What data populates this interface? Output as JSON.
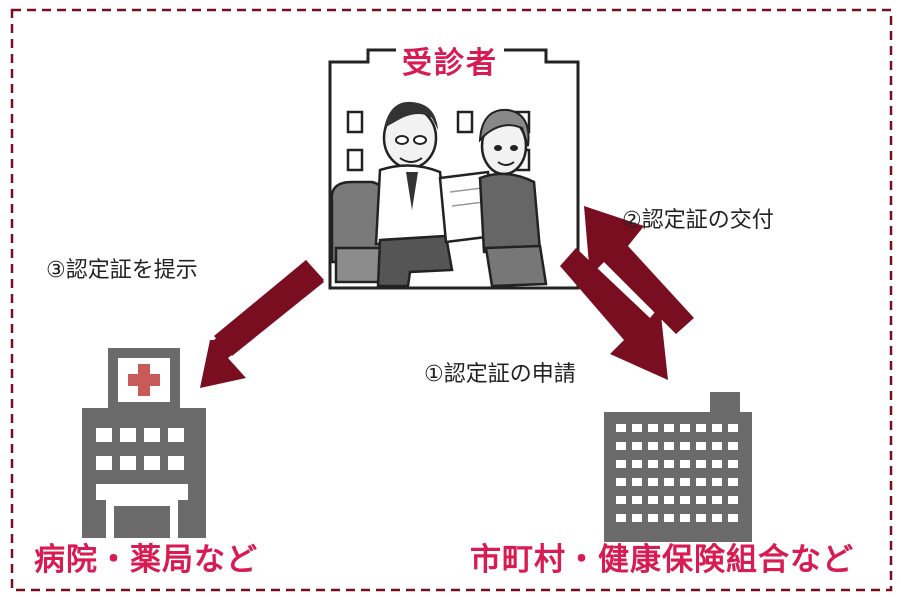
{
  "colors": {
    "accent": "#d81b52",
    "arrow": "#7a0e21",
    "border": "#7a0e21",
    "building": "#666666"
  },
  "diagram": {
    "title": "受診者",
    "steps": {
      "step1": "①認定証の申請",
      "step2": "②認定証の交付",
      "step3": "③認定証を提示"
    },
    "parties": {
      "hospital": "病院・薬局など",
      "municipality": "市町村・健康保険組合など"
    },
    "icons": {
      "people": "patient-consultation-icon",
      "hospital": "hospital-building-icon",
      "office": "office-building-icon"
    }
  }
}
